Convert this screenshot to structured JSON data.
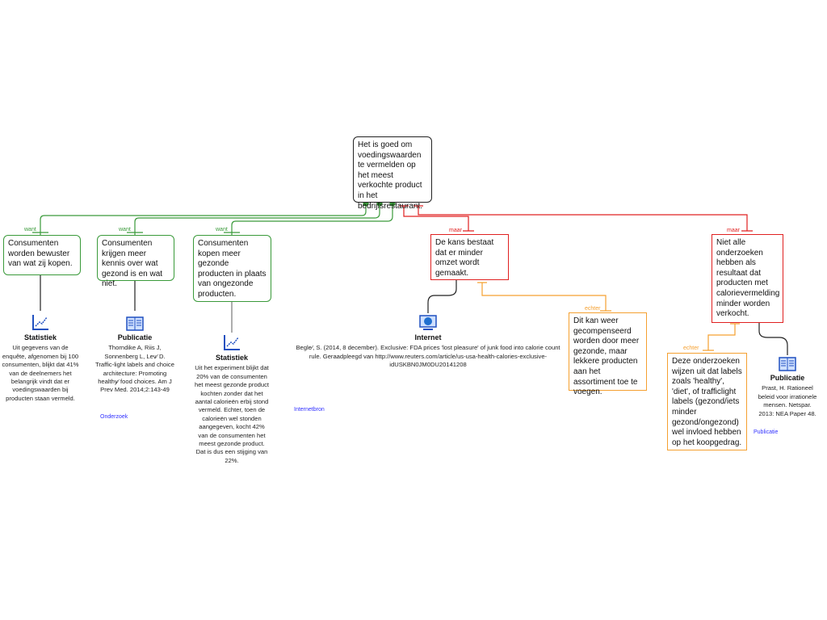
{
  "root": {
    "text": "Het is goed om voedingswaarden te vermelden op het meest verkochte product in het bedrijfsrestaurant."
  },
  "pros": [
    {
      "relation": "want",
      "text": "Consumenten worden bewuster van wat zij kopen.",
      "source": {
        "type": "Statistiek",
        "text": "Uit gegevens van de enquête, afgenomen bij 100 consumenten, blijkt dat 41% van de deelnemers het belangrijk vindt dat er voedingswaarden bij producten staan vermeld."
      }
    },
    {
      "relation": "want",
      "text": "Consumenten krijgen meer kennis over wat gezond is en wat niet.",
      "source": {
        "type": "Publicatie",
        "text": "Thorndike A, Riis J, Sonnenberg L, Lev⁄ D. Traffic-light labels and choice architecture: Promoting healthy⁄ food choices. Am J Prev Med. 2014;2:143-49",
        "link": "Onderzoek"
      }
    },
    {
      "relation": "want",
      "text": "Consumenten kopen meer gezonde producten in plaats van ongezonde producten.",
      "source": {
        "type": "Statistiek",
        "text": "Uit het experiment blijkt dat 20% van de consumenten het meest gezonde product kochten zonder dat het aantal calorieën erbij stond vermeld. Echter, toen de calorieën wel stonden aangegeven, kocht 42% van de consumenten het meest gezonde product. Dat is dus een stijging van 22%."
      }
    }
  ],
  "cons": [
    {
      "relation": "maar",
      "text": "De kans bestaat dat er minder omzet wordt gemaakt.",
      "source": {
        "type": "Internet",
        "text": "Begle⁄, S. (2014, 8 december). Exclusive: FDA prices 'lost pleasure' of junk food into calorie count rule. Geraadpleegd van http://www.reuters.com/article/us-usa-health-calories-exclusive-idUSKBN0JM0DU20141208",
        "link": "Internetbron"
      },
      "rebuttal": {
        "relation": "echter",
        "text": "Dit kan weer gecompenseerd worden door meer gezonde, maar lekkere producten aan het assortiment toe te voegen."
      }
    },
    {
      "relation": "maar",
      "text": "Niet alle onderzoeken hebben als resultaat dat producten met calorievermelding minder worden verkocht.",
      "source": {
        "type": "Publicatie",
        "text": "Prast, H. Rationeel beleid voor irrationele mensen. Netspar. 2013: NEA Paper 48.",
        "link": "Publicatie"
      },
      "rebuttal": {
        "relation": "echter",
        "text": "Deze onderzoeken wijzen uit dat labels zoals 'healthy', 'diet', of trafficlight labels (gezond/iets minder gezond/ongezond) wel invloed hebben op het koopgedrag."
      }
    }
  ],
  "colors": {
    "pro": "#3a9a3a",
    "con": "#e02020",
    "rebuttal": "#f5a030"
  }
}
